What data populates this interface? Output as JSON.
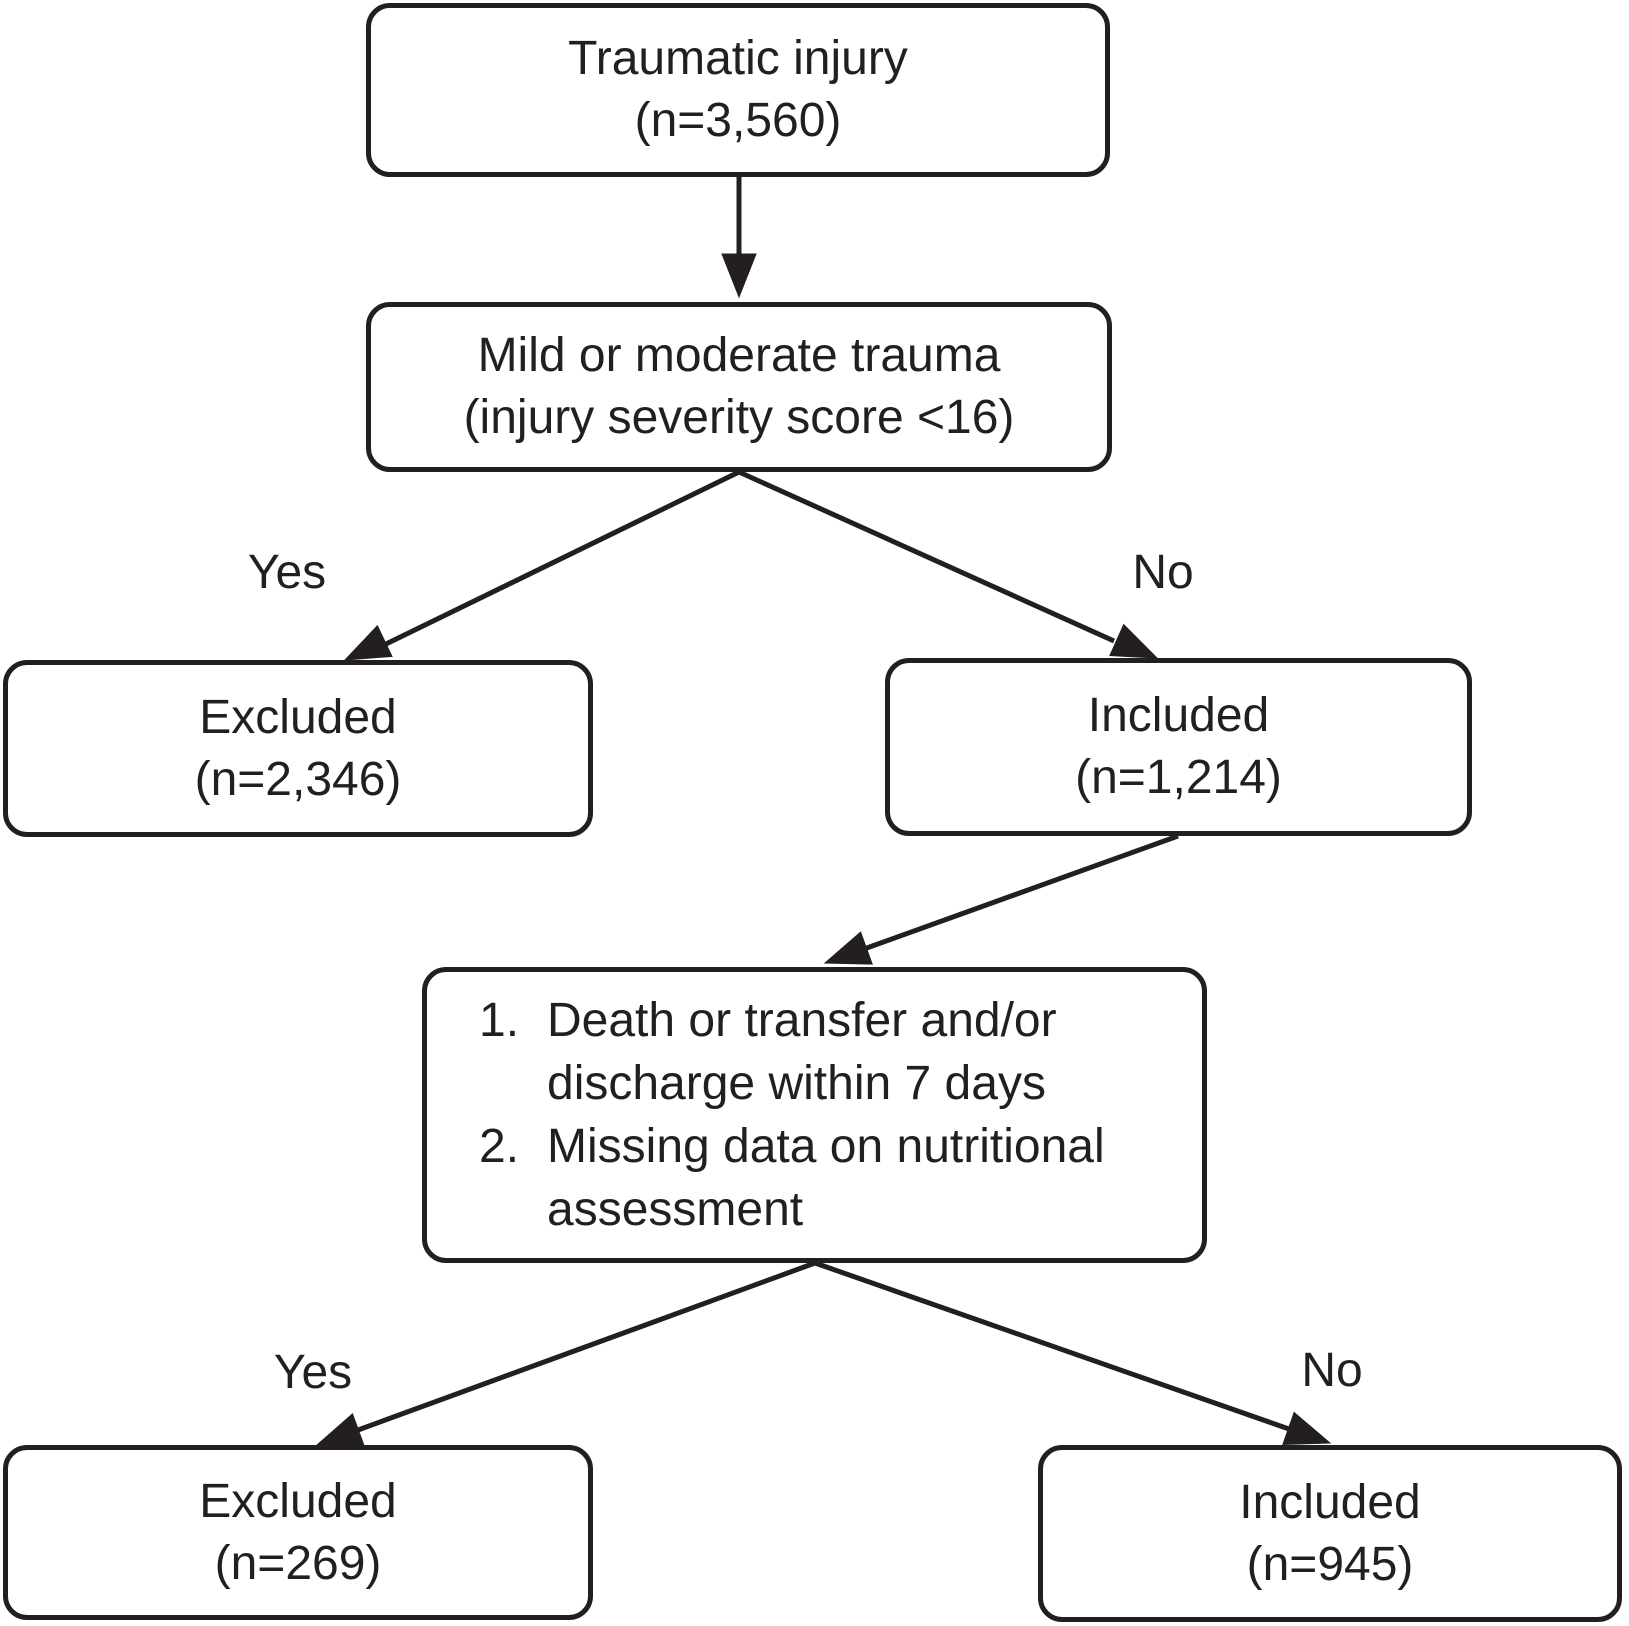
{
  "figure": {
    "background": "#ffffff",
    "ink_color": "#231f20",
    "nodes": {
      "traumatic_injury": {
        "title": "Traumatic injury",
        "count": "(n=3,560)"
      },
      "mild_moderate": {
        "title": "Mild or moderate trauma",
        "count": "(injury severity score <16)"
      },
      "excluded_1": {
        "title": "Excluded",
        "count": "(n=2,346)"
      },
      "included_1": {
        "title": "Included",
        "count": "(n=1,214)"
      },
      "exclusion_criteria": {
        "items": [
          {
            "num": "1.",
            "text": "Death or transfer and/or discharge within 7 days"
          },
          {
            "num": "2.",
            "text": "Missing data on nutritional assessment"
          }
        ]
      },
      "excluded_2": {
        "title": "Excluded",
        "count": "(n=269)"
      },
      "included_2": {
        "title": "Included",
        "count": "(n=945)"
      }
    },
    "edge_labels": {
      "yes_1": "Yes",
      "no_1": "No",
      "yes_2": "Yes",
      "no_2": "No"
    }
  }
}
